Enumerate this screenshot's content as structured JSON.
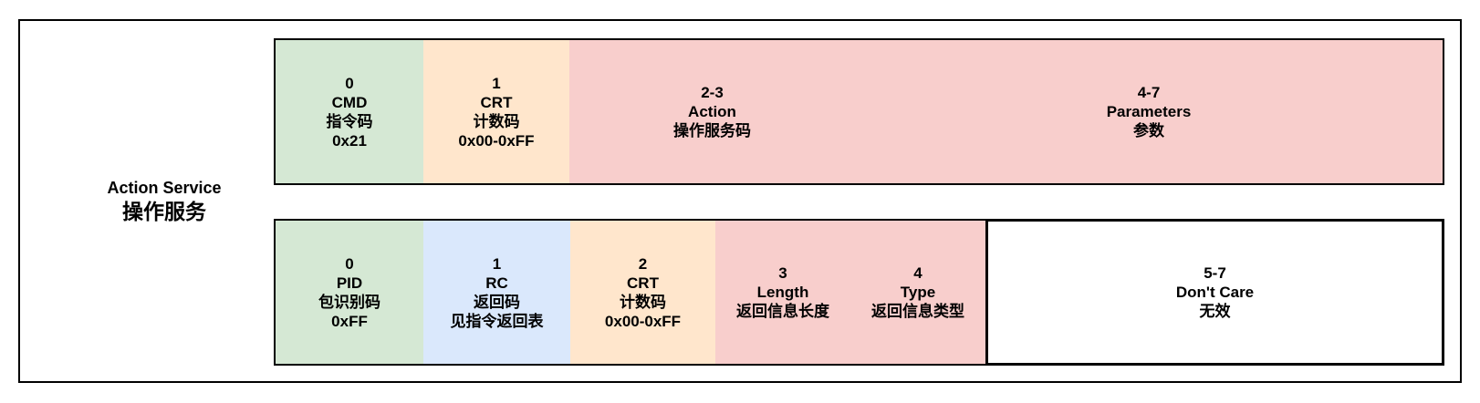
{
  "label": {
    "title_en": "Action Service",
    "title_zh": "操作服务"
  },
  "colors": {
    "green": "#d5e8d4",
    "orange": "#ffe6cc",
    "red": "#f8cecc",
    "blue": "#dae8fc",
    "white": "#ffffff",
    "border": "#000000"
  },
  "rows": [
    {
      "cells": [
        {
          "color": "green",
          "lines": [
            "0",
            "CMD",
            "指令码",
            "0x21"
          ]
        },
        {
          "color": "orange",
          "lines": [
            "1",
            "CRT",
            "计数码",
            "0x00-0xFF"
          ]
        },
        {
          "color": "red",
          "lines": [
            "2-3",
            "Action",
            "操作服务码"
          ]
        },
        {
          "color": "red",
          "lines": [
            "4-7",
            "Parameters",
            "参数"
          ]
        }
      ]
    },
    {
      "cells": [
        {
          "color": "green",
          "lines": [
            "0",
            "PID",
            "包识别码",
            "0xFF"
          ]
        },
        {
          "color": "blue",
          "lines": [
            "1",
            "RC",
            "返回码",
            "见指令返回表"
          ]
        },
        {
          "color": "orange",
          "lines": [
            "2",
            "CRT",
            "计数码",
            "0x00-0xFF"
          ]
        },
        {
          "color": "red",
          "lines": [
            "3",
            "Length",
            "返回信息长度"
          ]
        },
        {
          "color": "red",
          "lines": [
            "4",
            "Type",
            "返回信息类型"
          ]
        },
        {
          "color": "white",
          "lines": [
            "5-7",
            "Don't Care",
            "无效"
          ]
        }
      ]
    }
  ]
}
